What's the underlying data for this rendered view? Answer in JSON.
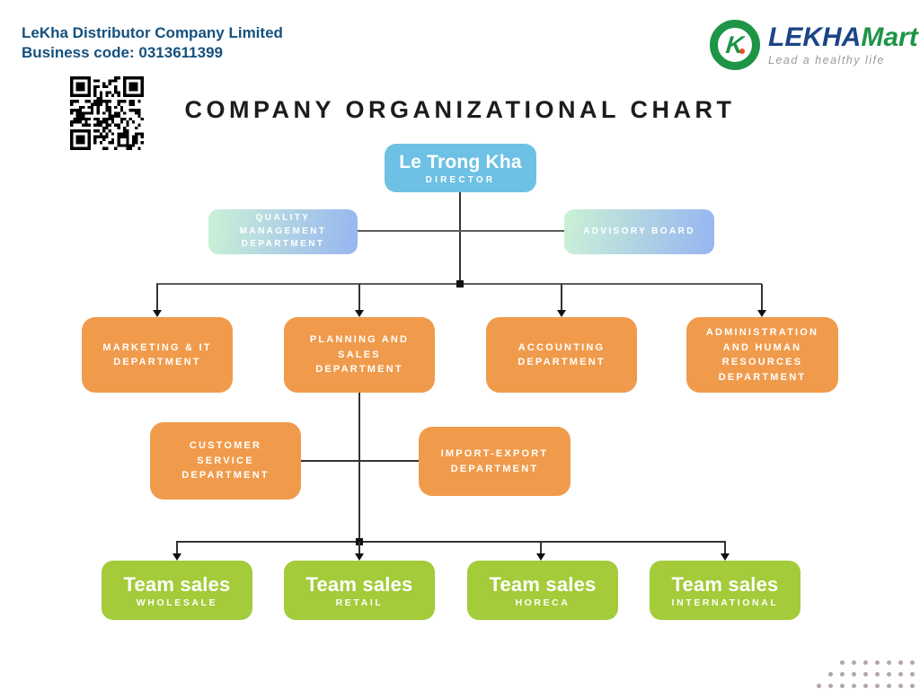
{
  "header": {
    "company_name": "LeKha Distributor Company Limited",
    "business_code": "Business code: 0313611399"
  },
  "logo": {
    "monogram": "K",
    "brand_name": "LEKHA",
    "brand_suffix": "Mart",
    "tagline": "Lead a healthy life"
  },
  "page_title": "COMPANY ORGANIZATIONAL CHART",
  "org_chart": {
    "director": {
      "name": "Le Trong Kha",
      "role": "DIRECTOR"
    },
    "staff_units": [
      {
        "label": "QUALITY MANAGEMENT DEPARTMENT"
      },
      {
        "label": "ADVISORY BOARD"
      }
    ],
    "departments": [
      {
        "label": "MARKETING & IT DEPARTMENT"
      },
      {
        "label": "PLANNING AND SALES DEPARTMENT"
      },
      {
        "label": "ACCOUNTING DEPARTMENT"
      },
      {
        "label": "ADMINISTRATION AND HUMAN RESOURCES DEPARTMENT"
      }
    ],
    "sub_departments": [
      {
        "label": "CUSTOMER SERVICE DEPARTMENT"
      },
      {
        "label": "IMPORT-EXPORT DEPARTMENT"
      }
    ],
    "teams": [
      {
        "title": "Team sales",
        "subtitle": "WHOLESALE"
      },
      {
        "title": "Team sales",
        "subtitle": "RETAIL"
      },
      {
        "title": "Team sales",
        "subtitle": "HORECA"
      },
      {
        "title": "Team sales",
        "subtitle": "INTERNATIONAL"
      }
    ]
  },
  "decor": {
    "dot_rows": [
      7,
      8,
      9
    ]
  },
  "colors": {
    "header_blue": "#14517E",
    "title_black": "#1C1C1C",
    "director_blue": "#6EC1E4",
    "staff_grad_start": "#CBF1D6",
    "staff_grad_end": "#96B5F1",
    "dept_orange": "#F09B4C",
    "team_green": "#A3CB3A",
    "line_dark": "#333333",
    "line_gray": "#5C5C5C",
    "logo_green": "#1E9447",
    "logo_blue": "#1C4587",
    "logo_dot": "#E8501F",
    "tagline_gray": "#9A9A9A",
    "dots": "#B5A8A4"
  }
}
